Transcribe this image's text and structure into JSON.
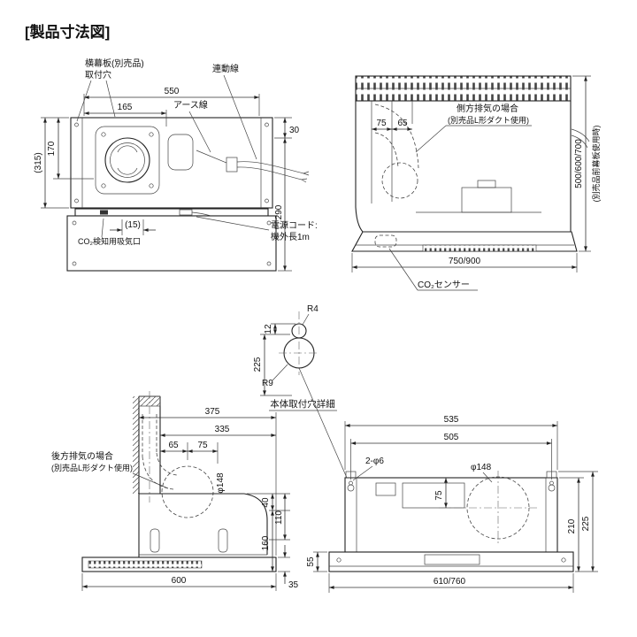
{
  "title": "[製品寸法図]",
  "front_top": {
    "label_side_panel_1": "横幕板(別売品)",
    "label_side_panel_2": "取付穴",
    "label_interlock": "連動線",
    "label_earth": "アース線",
    "d550": "550",
    "d165": "165",
    "d170": "170",
    "d315": "(315)",
    "d30": "30",
    "d290": "290",
    "d15": "(15)",
    "label_power_1": "電源コード:",
    "label_power_2": "機外長1m",
    "label_co2_intake": "CO₂検知用吸気口"
  },
  "side_top": {
    "label_side_exhaust_1": "側方排気の場合",
    "label_side_exhaust_2": "(別売品L形ダクト使用)",
    "d75": "75",
    "d65": "65",
    "d_height": "500/600/700",
    "label_height_note": "(別売品前幕板使用時)",
    "d_depth": "750/900",
    "label_co2_sensor": "CO₂センサー"
  },
  "hole_detail": {
    "r4": "R4",
    "d12": "12",
    "d225": "225",
    "r9": "R9",
    "caption": "本体取付穴詳細"
  },
  "side_bottom": {
    "d375": "375",
    "d335": "335",
    "label_rear_exhaust_1": "後方排気の場合",
    "label_rear_exhaust_2": "(別売品L形ダクト使用)",
    "d65": "65",
    "d75": "75",
    "phi148": "φ148",
    "d40": "40",
    "d110": "110",
    "d160": "160",
    "d35": "35",
    "d600": "600"
  },
  "front_bottom": {
    "d535": "535",
    "d505": "505",
    "label_holes": "2-φ6",
    "phi148": "φ148",
    "d75": "75",
    "d210": "210",
    "d225": "225",
    "d55": "55",
    "d_width": "610/760"
  }
}
